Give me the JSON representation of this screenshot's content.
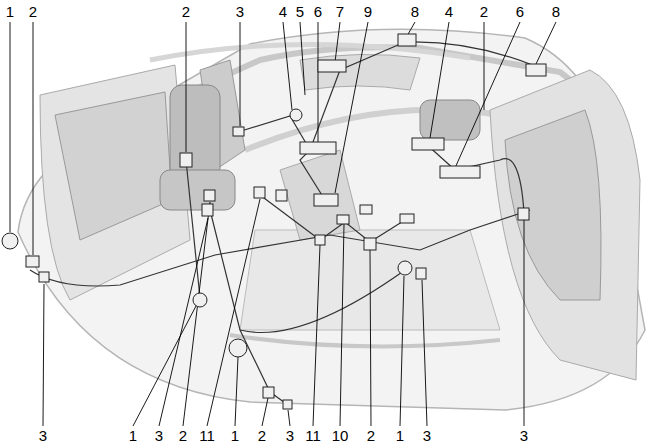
{
  "diagram": {
    "labels": [
      "1",
      "2",
      "2",
      "3",
      "4",
      "5",
      "6",
      "7",
      "9",
      "8",
      "4",
      "2",
      "6",
      "8",
      "3",
      "1",
      "3",
      "2",
      "11",
      "1",
      "2",
      "3",
      "11",
      "10",
      "2",
      "1",
      "3",
      "3"
    ]
  }
}
